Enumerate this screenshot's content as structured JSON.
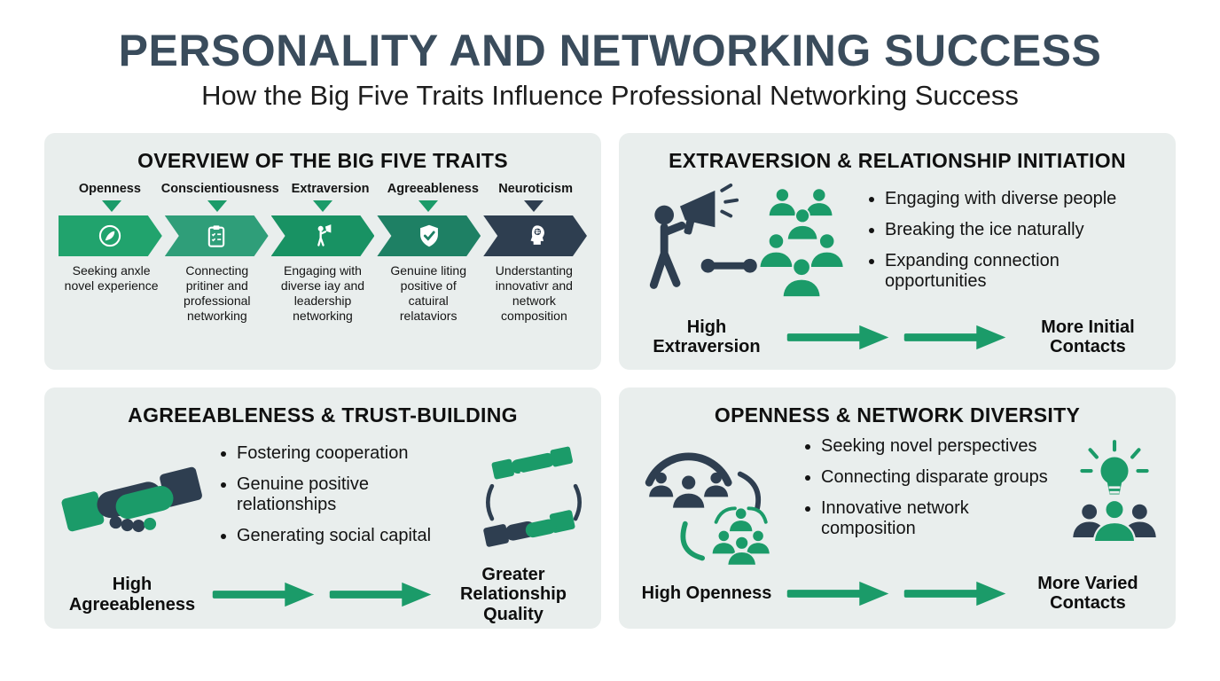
{
  "page": {
    "title": "PERSONALITY AND NETWORKING SUCCESS",
    "subtitle": "How the Big Five Traits Influence Professional Networking Success"
  },
  "colors": {
    "green": "#1b9b69",
    "dark_navy": "#2e3e50",
    "panel_bg": "#e9eeed",
    "title_color": "#3a4c5c"
  },
  "panels": {
    "overview": {
      "title": "OVERVIEW OF THE BIG FIVE TRAITS",
      "traits": [
        {
          "label": "Openness",
          "icon": "leaf-icon",
          "color": "#21a36d",
          "marker_color": "#1b9b69",
          "description": "Seeking anxle novel experience"
        },
        {
          "label": "Conscientiousness",
          "icon": "clipboard-checklist-icon",
          "color": "#2f9e79",
          "marker_color": "#1b9b69",
          "description": "Connecting pritiner and professional networking"
        },
        {
          "label": "Extraversion",
          "icon": "person-megaphone-icon",
          "color": "#189263",
          "marker_color": "#1b9b69",
          "description": "Engaging with diverse iay and leadership networking"
        },
        {
          "label": "Agreeableness",
          "icon": "shield-check-icon",
          "color": "#1e8064",
          "marker_color": "#1b9b69",
          "description": "Genuine liting positive of catuiral relataviors"
        },
        {
          "label": "Neuroticism",
          "icon": "head-brain-icon",
          "color": "#2e3e50",
          "marker_color": "#2e3e50",
          "description": "Understanting innovativr and network composition"
        }
      ]
    },
    "extraversion": {
      "title": "EXTRAVERSION & RELATIONSHIP INITIATION",
      "icons": [
        "person-megaphone-icon",
        "connector-icon",
        "crowd-icon"
      ],
      "bullets": [
        "Engaging with diverse people",
        "Breaking the ice naturally",
        "Expanding connection opportunities"
      ],
      "flow": {
        "from": "High Extraversion",
        "to": "More Initial Contacts"
      }
    },
    "agreeableness": {
      "title": "AGREEABLENESS & TRUST-BUILDING",
      "icons": [
        "handshake-icon",
        "handshake-exchange-icon"
      ],
      "bullets": [
        "Fostering cooperation",
        "Genuine positive relationships",
        "Generating social capital"
      ],
      "flow": {
        "from": "High Agreeableness",
        "to": "Greater Relationship Quality"
      }
    },
    "openness": {
      "title": "OPENNESS & NETWORK DIVERSITY",
      "icons": [
        "connected-groups-icon",
        "idea-team-icon"
      ],
      "bullets": [
        "Seeking novel perspectives",
        "Connecting disparate groups",
        "Innovative network composition"
      ],
      "flow": {
        "from": "High Openness",
        "to": "More Varied Contacts"
      }
    }
  }
}
